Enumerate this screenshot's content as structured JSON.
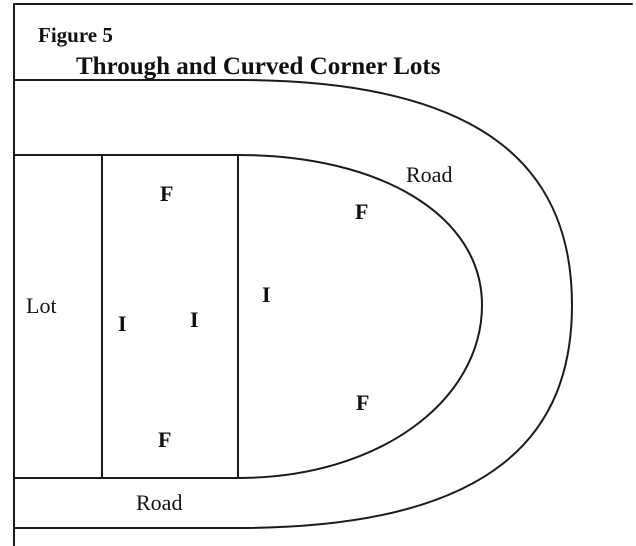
{
  "figure": {
    "label": "Figure 5",
    "title": "Through and Curved Corner Lots"
  },
  "labels": {
    "lot": "Lot",
    "road_top": "Road",
    "road_bottom": "Road"
  },
  "markers": {
    "left_lot_front_top": "F",
    "left_lot_front_bottom": "F",
    "left_lot_interior_left": "I",
    "left_lot_interior_right": "I",
    "curved_lot_interior": "I",
    "curved_lot_front_top": "F",
    "curved_lot_front_bottom": "F"
  }
}
